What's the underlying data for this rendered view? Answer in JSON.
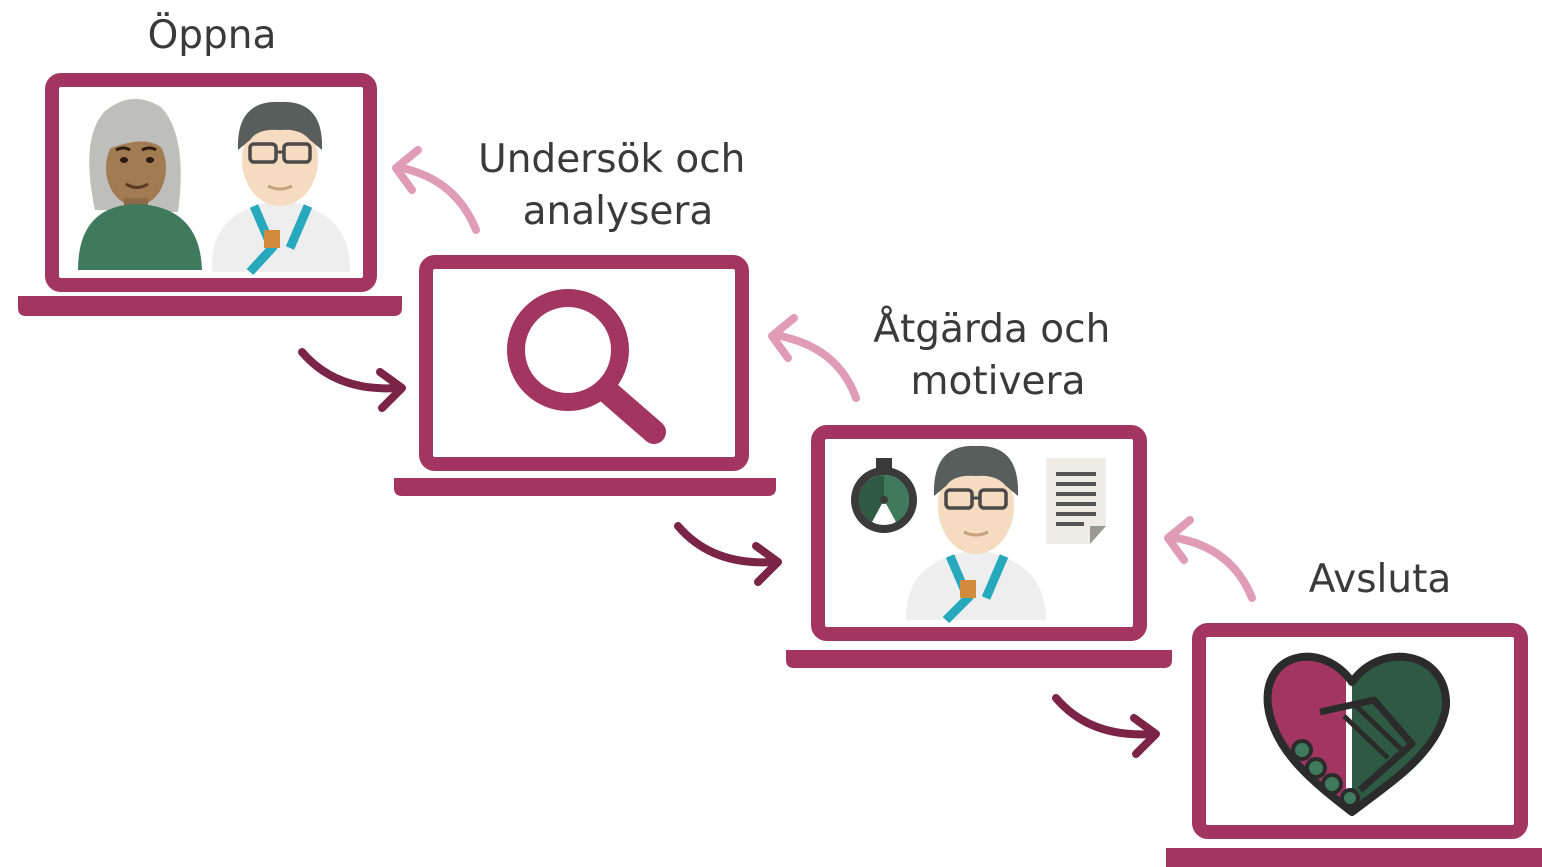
{
  "colors": {
    "primary": "#a33561",
    "arrow_forward": "#7c2448",
    "arrow_back": "#e09bb6",
    "green": "#3f7a5c",
    "dark_green": "#2e5a44",
    "text": "#3a3a3a"
  },
  "steps": [
    {
      "id": "oppna",
      "label_lines": [
        "Öppna"
      ],
      "icon": "patient-and-doctor-icon"
    },
    {
      "id": "undersok",
      "label_lines": [
        "Undersök och",
        "analysera"
      ],
      "icon": "magnifier-icon"
    },
    {
      "id": "atgarda",
      "label_lines": [
        "Åtgärda och",
        "motivera"
      ],
      "icon": "stopwatch-doctor-document-icon"
    },
    {
      "id": "avsluta",
      "label_lines": [
        "Avsluta"
      ],
      "icon": "handshake-heart-icon"
    }
  ]
}
